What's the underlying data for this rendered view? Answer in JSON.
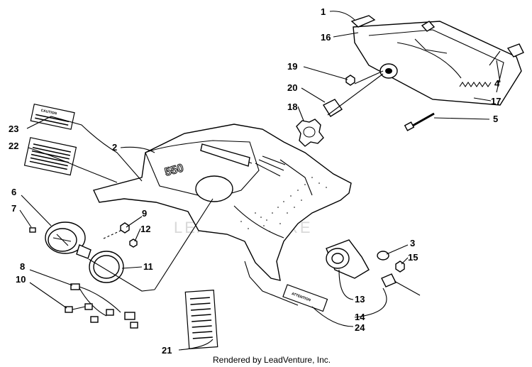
{
  "footer_text": "Rendered by LeadVenture, Inc.",
  "watermark_text": "LEADVENTURE",
  "decals": {
    "caution": "CAUTION",
    "attention": "ATTENTION",
    "badge": "550"
  },
  "callouts": [
    {
      "id": "c1",
      "text": "1"
    },
    {
      "id": "c16",
      "text": "16"
    },
    {
      "id": "c19",
      "text": "19"
    },
    {
      "id": "c20",
      "text": "20"
    },
    {
      "id": "c18",
      "text": "18"
    },
    {
      "id": "c4",
      "text": "4"
    },
    {
      "id": "c17",
      "text": "17"
    },
    {
      "id": "c5",
      "text": "5"
    },
    {
      "id": "c23",
      "text": "23"
    },
    {
      "id": "c22",
      "text": "22"
    },
    {
      "id": "c2",
      "text": "2"
    },
    {
      "id": "c6",
      "text": "6"
    },
    {
      "id": "c7",
      "text": "7"
    },
    {
      "id": "c9",
      "text": "9"
    },
    {
      "id": "c12",
      "text": "12"
    },
    {
      "id": "c11",
      "text": "11"
    },
    {
      "id": "c8",
      "text": "8"
    },
    {
      "id": "c10",
      "text": "10"
    },
    {
      "id": "c3",
      "text": "3"
    },
    {
      "id": "c15",
      "text": "15"
    },
    {
      "id": "c13",
      "text": "13"
    },
    {
      "id": "c14",
      "text": "14"
    },
    {
      "id": "c24",
      "text": "24"
    },
    {
      "id": "c21",
      "text": "21"
    }
  ]
}
